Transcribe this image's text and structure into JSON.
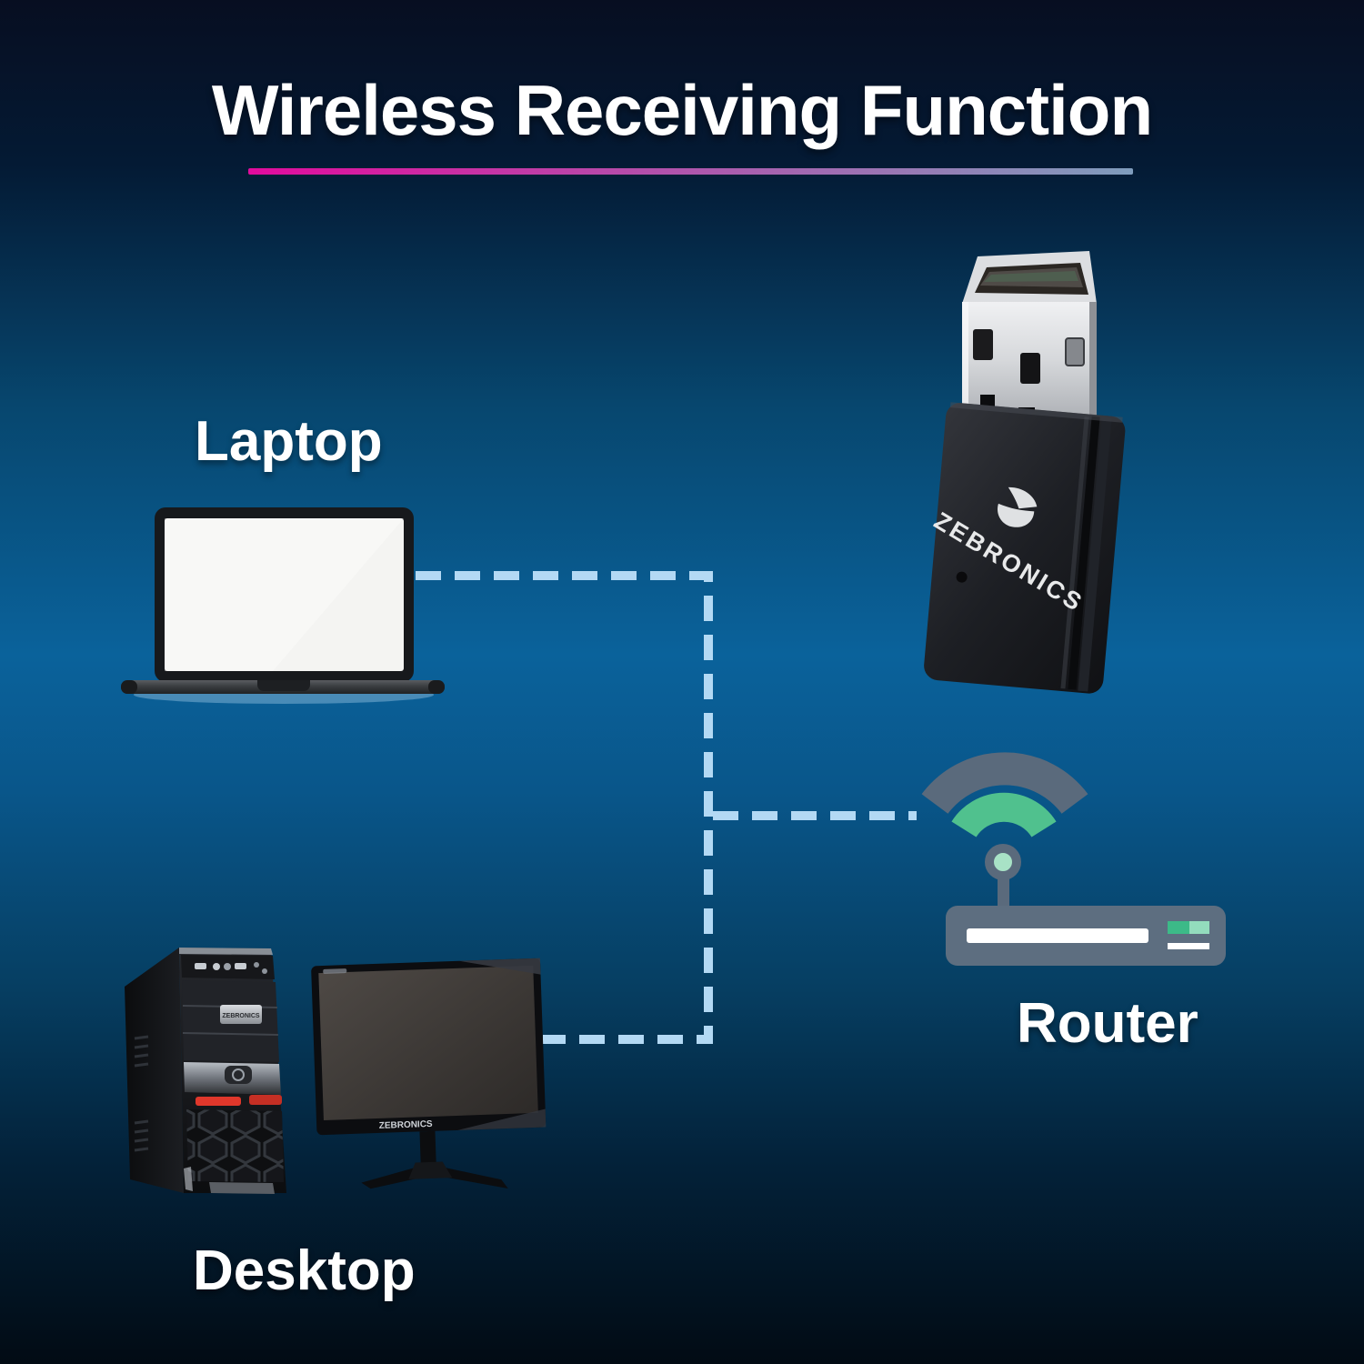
{
  "page": {
    "title_text": "Wireless Receiving Function"
  },
  "nodes": {
    "laptop": {
      "label": "Laptop"
    },
    "desktop": {
      "label": "Desktop"
    },
    "router": {
      "label": "Router"
    },
    "adapter": {
      "brand": "ZEBRONICS"
    }
  },
  "icons": {
    "adapter": "usb-wifi-adapter",
    "laptop": "laptop-illustration",
    "desktop_tower": "desktop-tower",
    "desktop_monitor": "desktop-monitor",
    "router": "wifi-router-icon",
    "connections": "dashed-connection-lines"
  },
  "colors": {
    "background_top": "#070e21",
    "background_mid": "#0a629b",
    "background_bottom": "#020b14",
    "title_underline_start": "#e20b9d",
    "title_underline_end": "#7f9dbd",
    "connection_dash": "#b3d9f4",
    "wifi_arc_outer": "#5a6a7c",
    "wifi_arc_inner": "#50c18e",
    "router_body": "#5d6e80",
    "router_indicator_dark": "#3cba88",
    "router_indicator_light": "#93dcbd",
    "tower_accent_red": "#e0372b"
  }
}
